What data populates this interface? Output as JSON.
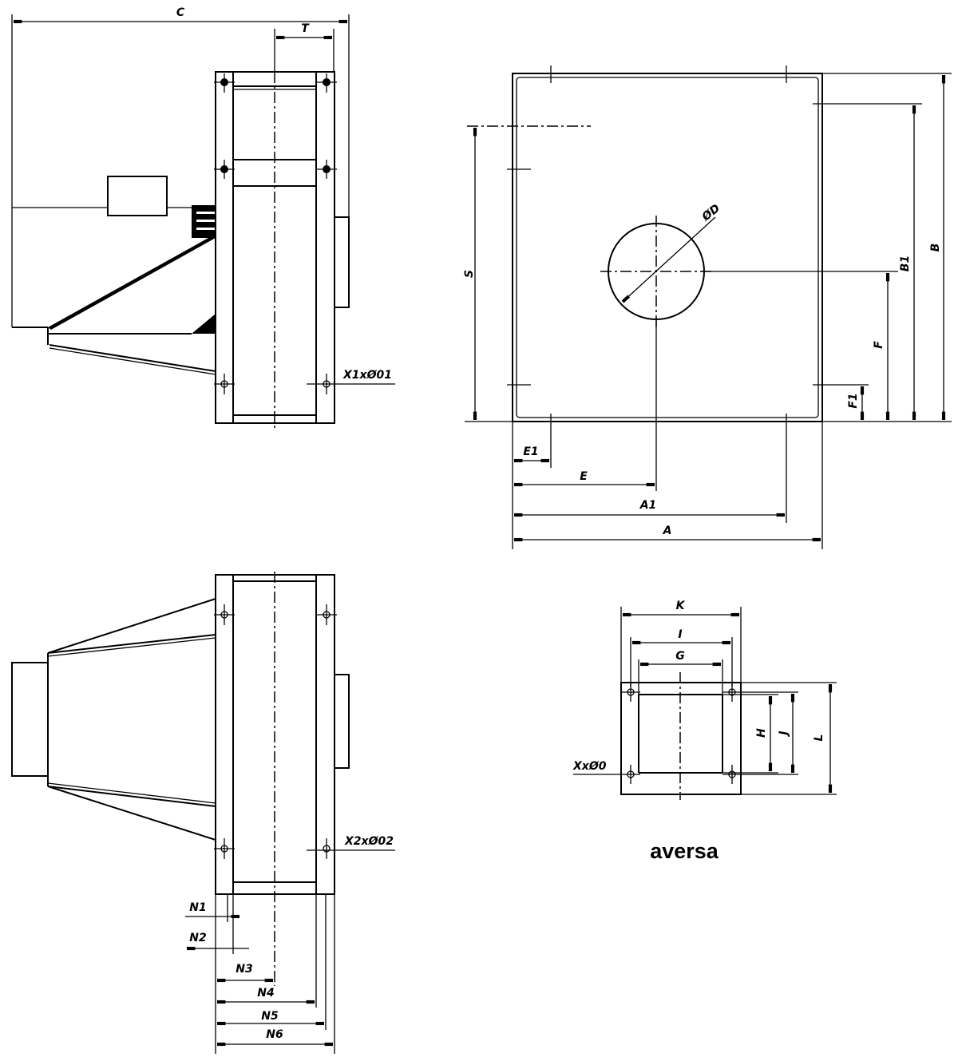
{
  "side_view": {
    "dims": {
      "C": "C",
      "T": "T"
    },
    "hole_note": "X1xØ01"
  },
  "front_view": {
    "dims": {
      "D": "ØD",
      "S": "S",
      "B1": "B1",
      "B": "B",
      "F": "F",
      "F1": "F1",
      "E1": "E1",
      "E": "E",
      "A1": "A1",
      "A": "A"
    }
  },
  "bottom_view": {
    "dims": {
      "N1": "N1",
      "N2": "N2",
      "N3": "N3",
      "N4": "N4",
      "N5": "N5",
      "N6": "N6"
    },
    "hole_note": "X2xØ02"
  },
  "flange_view": {
    "dims": {
      "K": "K",
      "I": "I",
      "G": "G",
      "H": "H",
      "J": "J",
      "L": "L"
    },
    "hole_note": "XxØ0"
  },
  "brand": "aversa",
  "colors": {
    "line": "#000000",
    "background": "#ffffff"
  }
}
